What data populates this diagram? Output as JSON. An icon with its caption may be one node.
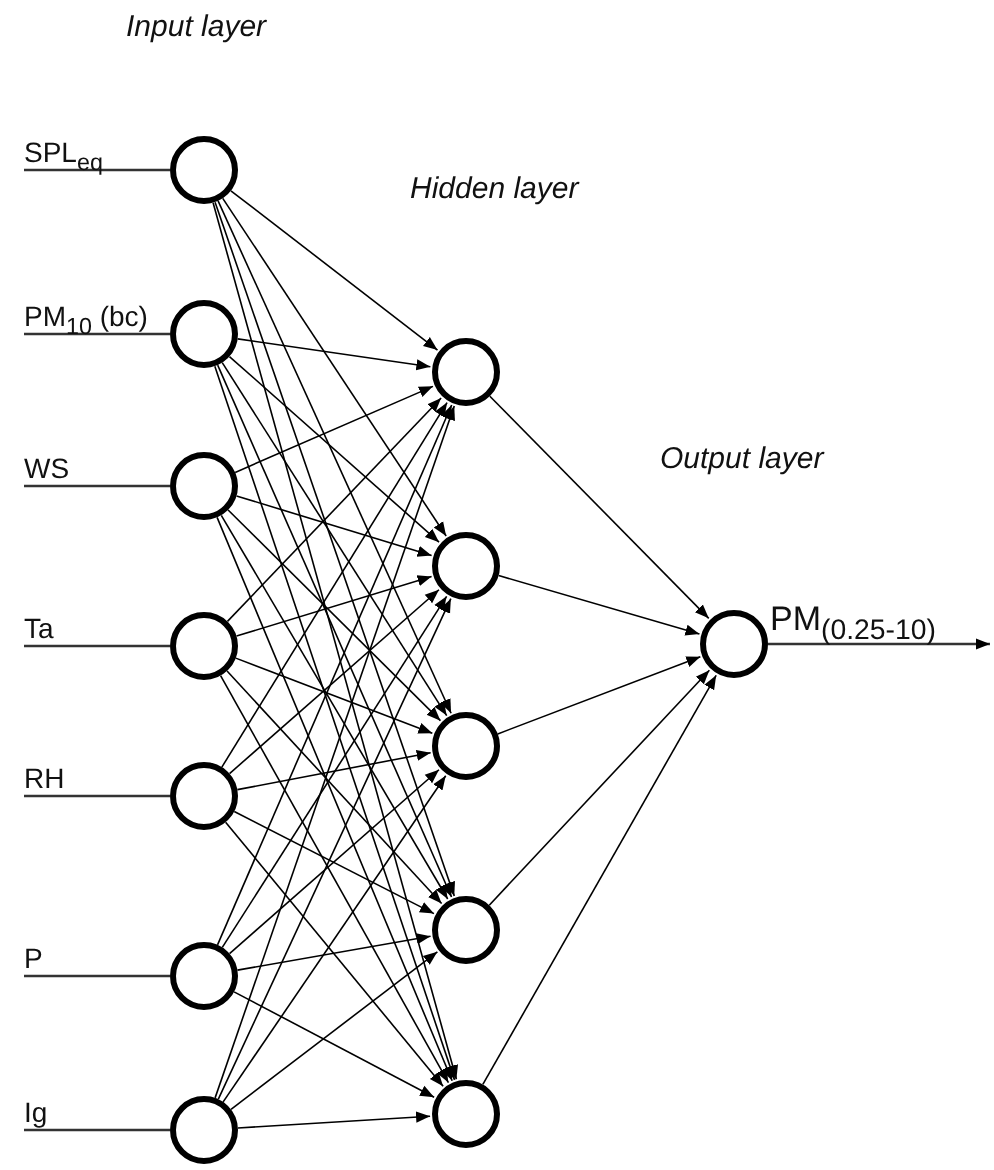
{
  "diagram": {
    "nodes": [
      {
        "text": [
          "SPL$_{eq}$"
        ]
      },
      {
        "text": [
          "PM$_{10}$ (bc)"
        ]
      },
      {
        "text": [
          "WS"
        ]
      },
      {
        "text": [
          "Ta"
        ]
      },
      {
        "text": [
          "RH"
        ]
      },
      {
        "text": [
          "P"
        ]
      },
      {
        "text": [
          "Ig"
        ]
      },
      {
        "text": [],
        "shape": "circle"
      },
      {
        "text": [],
        "shape": "circle"
      },
      {
        "text": [],
        "shape": "circle"
      },
      {
        "text": [],
        "shape": "circle"
      },
      {
        "text": [],
        "shape": "circle"
      },
      {
        "text": [],
        "shape": "circle"
      },
      {
        "text": [],
        "shape": "circle"
      },
      {
        "text": [],
        "shape": "circle"
      },
      {
        "text": [],
        "shape": "circle"
      },
      {
        "text": [],
        "shape": "circle"
      },
      {
        "text": [],
        "shape": "circle"
      },
      {
        "text": [],
        "shape": "circle"
      },
      {
        "text": [],
        "shape": "circle",
        "beside": [
          "PM$_{(0.25-10)}$"
        ]
      }
    ],
    "edges": [
      {
        "from": 0,
        "to": 7,
        "arrow": "none"
      },
      {
        "from": 1,
        "to": 8,
        "arrow": "none"
      },
      {
        "from": 2,
        "to": 9,
        "arrow": "none"
      },
      {
        "from": 3,
        "to": 10,
        "arrow": "none"
      },
      {
        "from": 4,
        "to": 11,
        "arrow": "none"
      },
      {
        "from": 5,
        "to": 12,
        "arrow": "none"
      },
      {
        "from": 6,
        "to": 13,
        "arrow": "none"
      },
      {
        "from": 7,
        "to": 14,
        "arrow": "to"
      },
      {
        "from": 7,
        "to": 15,
        "arrow": "to"
      },
      {
        "from": 7,
        "to": 16,
        "arrow": "to"
      },
      {
        "from": 7,
        "to": 17,
        "arrow": "to"
      },
      {
        "from": 7,
        "to": 18,
        "arrow": "to"
      },
      {
        "from": 8,
        "to": 14,
        "arrow": "to"
      },
      {
        "from": 8,
        "to": 15,
        "arrow": "to"
      },
      {
        "from": 8,
        "to": 16,
        "arrow": "to"
      },
      {
        "from": 8,
        "to": 17,
        "arrow": "to"
      },
      {
        "from": 8,
        "to": 18,
        "arrow": "to"
      },
      {
        "from": 9,
        "to": 14,
        "arrow": "to"
      },
      {
        "from": 9,
        "to": 15,
        "arrow": "to"
      },
      {
        "from": 9,
        "to": 16,
        "arrow": "to"
      },
      {
        "from": 9,
        "to": 17,
        "arrow": "to"
      },
      {
        "from": 9,
        "to": 18,
        "arrow": "to"
      },
      {
        "from": 10,
        "to": 14,
        "arrow": "to"
      },
      {
        "from": 10,
        "to": 15,
        "arrow": "to"
      },
      {
        "from": 10,
        "to": 16,
        "arrow": "to"
      },
      {
        "from": 10,
        "to": 17,
        "arrow": "to"
      },
      {
        "from": 10,
        "to": 18,
        "arrow": "to"
      },
      {
        "from": 11,
        "to": 14,
        "arrow": "to"
      },
      {
        "from": 11,
        "to": 15,
        "arrow": "to"
      },
      {
        "from": 11,
        "to": 16,
        "arrow": "to"
      },
      {
        "from": 11,
        "to": 17,
        "arrow": "to"
      },
      {
        "from": 11,
        "to": 18,
        "arrow": "to"
      },
      {
        "from": 12,
        "to": 14,
        "arrow": "to"
      },
      {
        "from": 12,
        "to": 15,
        "arrow": "to"
      },
      {
        "from": 12,
        "to": 16,
        "arrow": "to"
      },
      {
        "from": 12,
        "to": 17,
        "arrow": "to"
      },
      {
        "from": 12,
        "to": 18,
        "arrow": "to"
      },
      {
        "from": 13,
        "to": 14,
        "arrow": "to"
      },
      {
        "from": 13,
        "to": 15,
        "arrow": "to"
      },
      {
        "from": 13,
        "to": 16,
        "arrow": "to"
      },
      {
        "from": 13,
        "to": 17,
        "arrow": "to"
      },
      {
        "from": 13,
        "to": 18,
        "arrow": "to"
      },
      {
        "from": 14,
        "to": 19,
        "arrow": "to"
      },
      {
        "from": 15,
        "to": 19,
        "arrow": "to"
      },
      {
        "from": 16,
        "to": 19,
        "arrow": "to"
      },
      {
        "from": 17,
        "to": 19,
        "arrow": "to"
      },
      {
        "from": 18,
        "to": 19,
        "arrow": "to"
      },
      {
        "from": 19,
        "to": null,
        "arrow": "to"
      }
    ],
    "labels": [
      "Input layer",
      "Hidden layer",
      "Output layer"
    ]
  }
}
